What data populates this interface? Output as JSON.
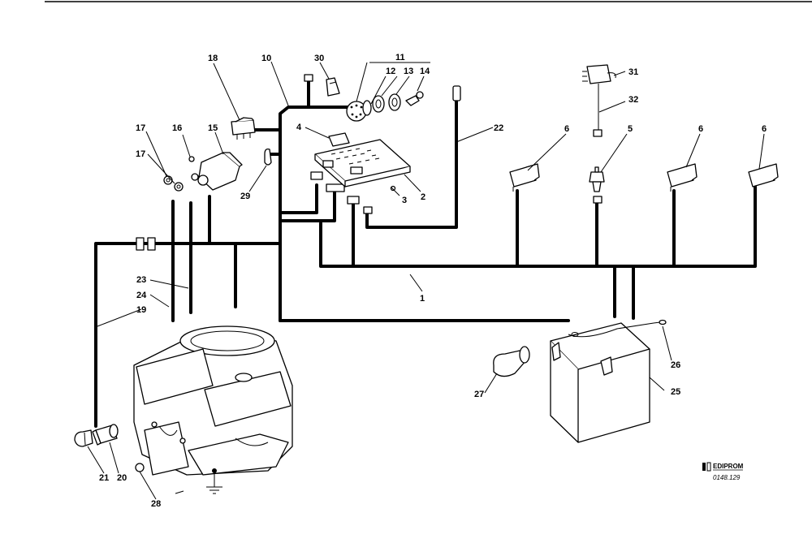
{
  "callouts": {
    "c1": "1",
    "c2": "2",
    "c3": "3",
    "c4": "4",
    "c5": "5",
    "c6a": "6",
    "c6b": "6",
    "c6c": "6",
    "c10": "10",
    "c11": "11",
    "c12": "12",
    "c13": "13",
    "c14": "14",
    "c15": "15",
    "c16": "16",
    "c17a": "17",
    "c17b": "17",
    "c18": "18",
    "c19": "19",
    "c20": "20",
    "c21": "21",
    "c22": "22",
    "c23": "23",
    "c24": "24",
    "c25": "25",
    "c26": "26",
    "c27": "27",
    "c28": "28",
    "c29": "29",
    "c30": "30",
    "c31": "31",
    "c32": "32"
  },
  "logo": {
    "brand": "EDIPROM",
    "drawing_ref": "0148.129"
  }
}
